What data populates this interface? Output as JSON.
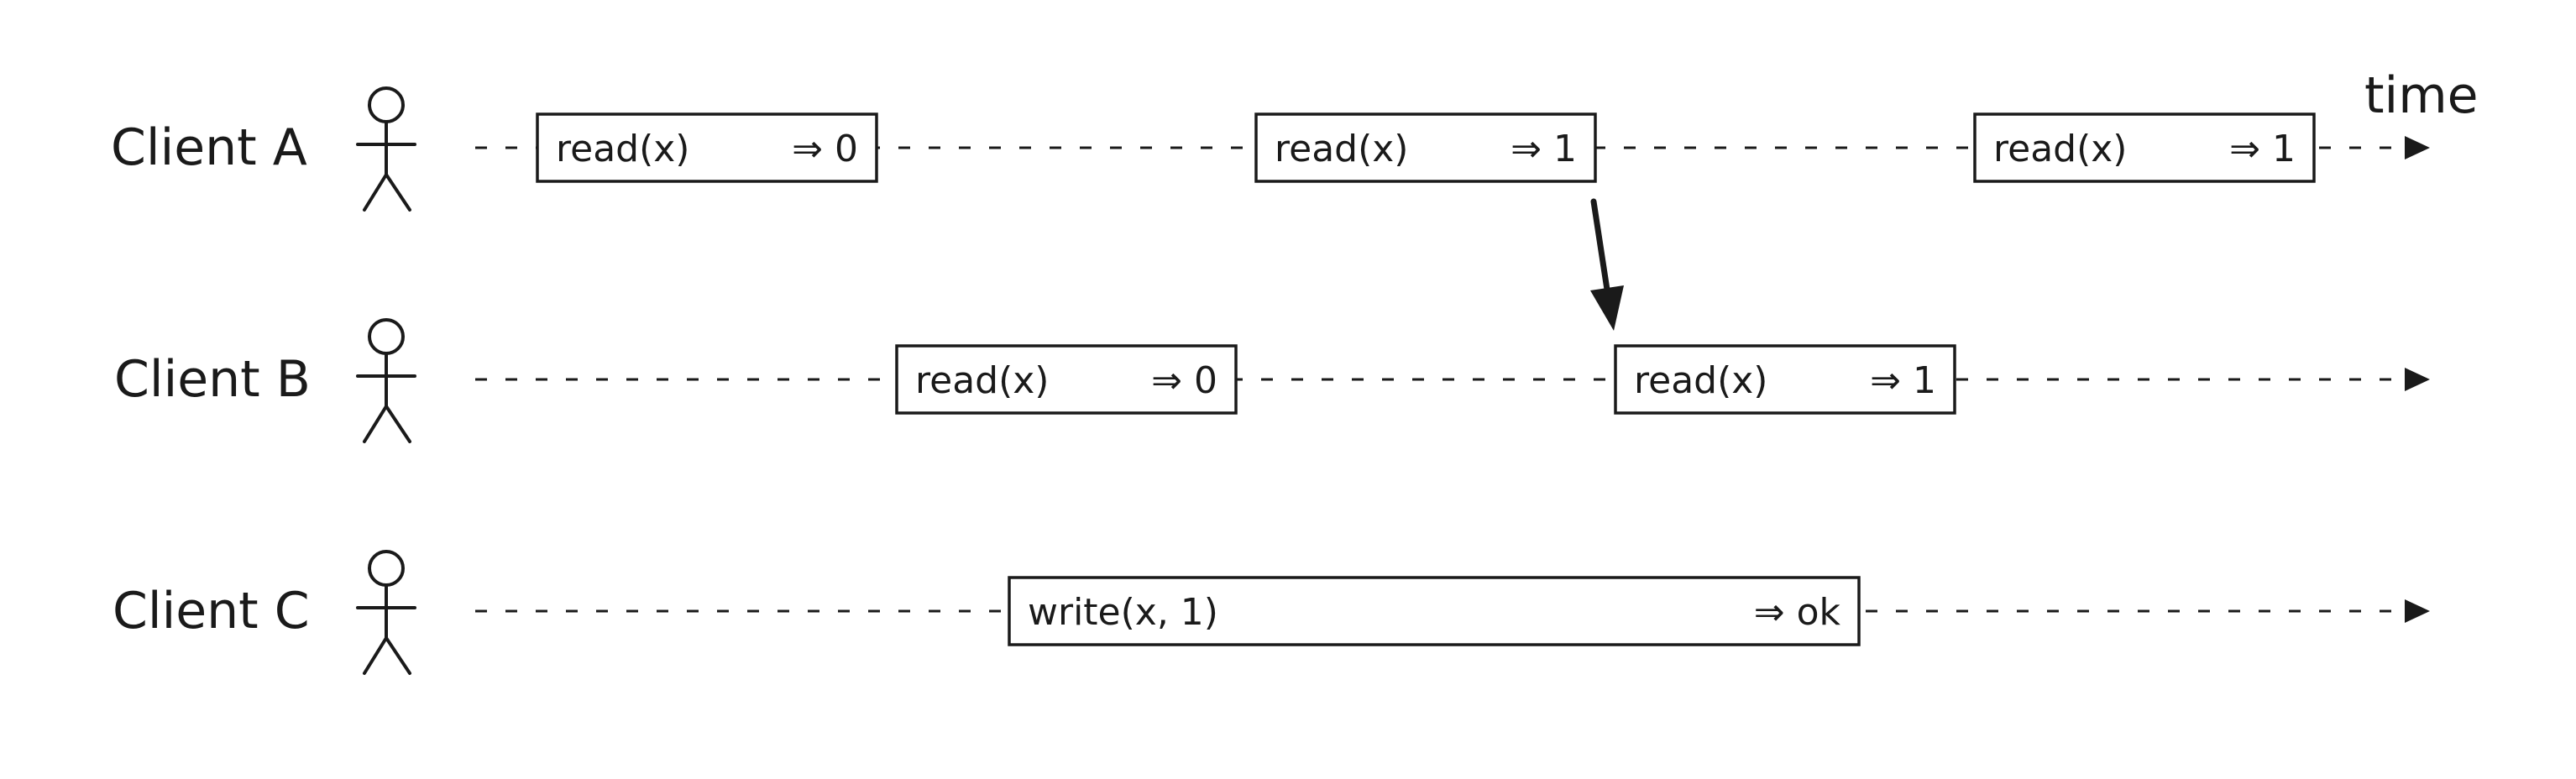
{
  "time_label": "time",
  "clients": [
    {
      "name": "Client A",
      "operations": [
        {
          "call": "read(x)",
          "result": "⇒ 0"
        },
        {
          "call": "read(x)",
          "result": "⇒ 1"
        },
        {
          "call": "read(x)",
          "result": "⇒ 1"
        }
      ]
    },
    {
      "name": "Client B",
      "operations": [
        {
          "call": "read(x)",
          "result": "⇒ 0"
        },
        {
          "call": "read(x)",
          "result": "⇒ 1"
        }
      ]
    },
    {
      "name": "Client C",
      "operations": [
        {
          "call": "write(x, 1)",
          "result": "⇒ ok"
        }
      ]
    }
  ],
  "colors": {
    "ink": "#1a1a1a",
    "background": "#ffffff"
  },
  "icons": [
    "stick-figure-icon",
    "arrow-right-icon",
    "arrow-down-icon"
  ]
}
